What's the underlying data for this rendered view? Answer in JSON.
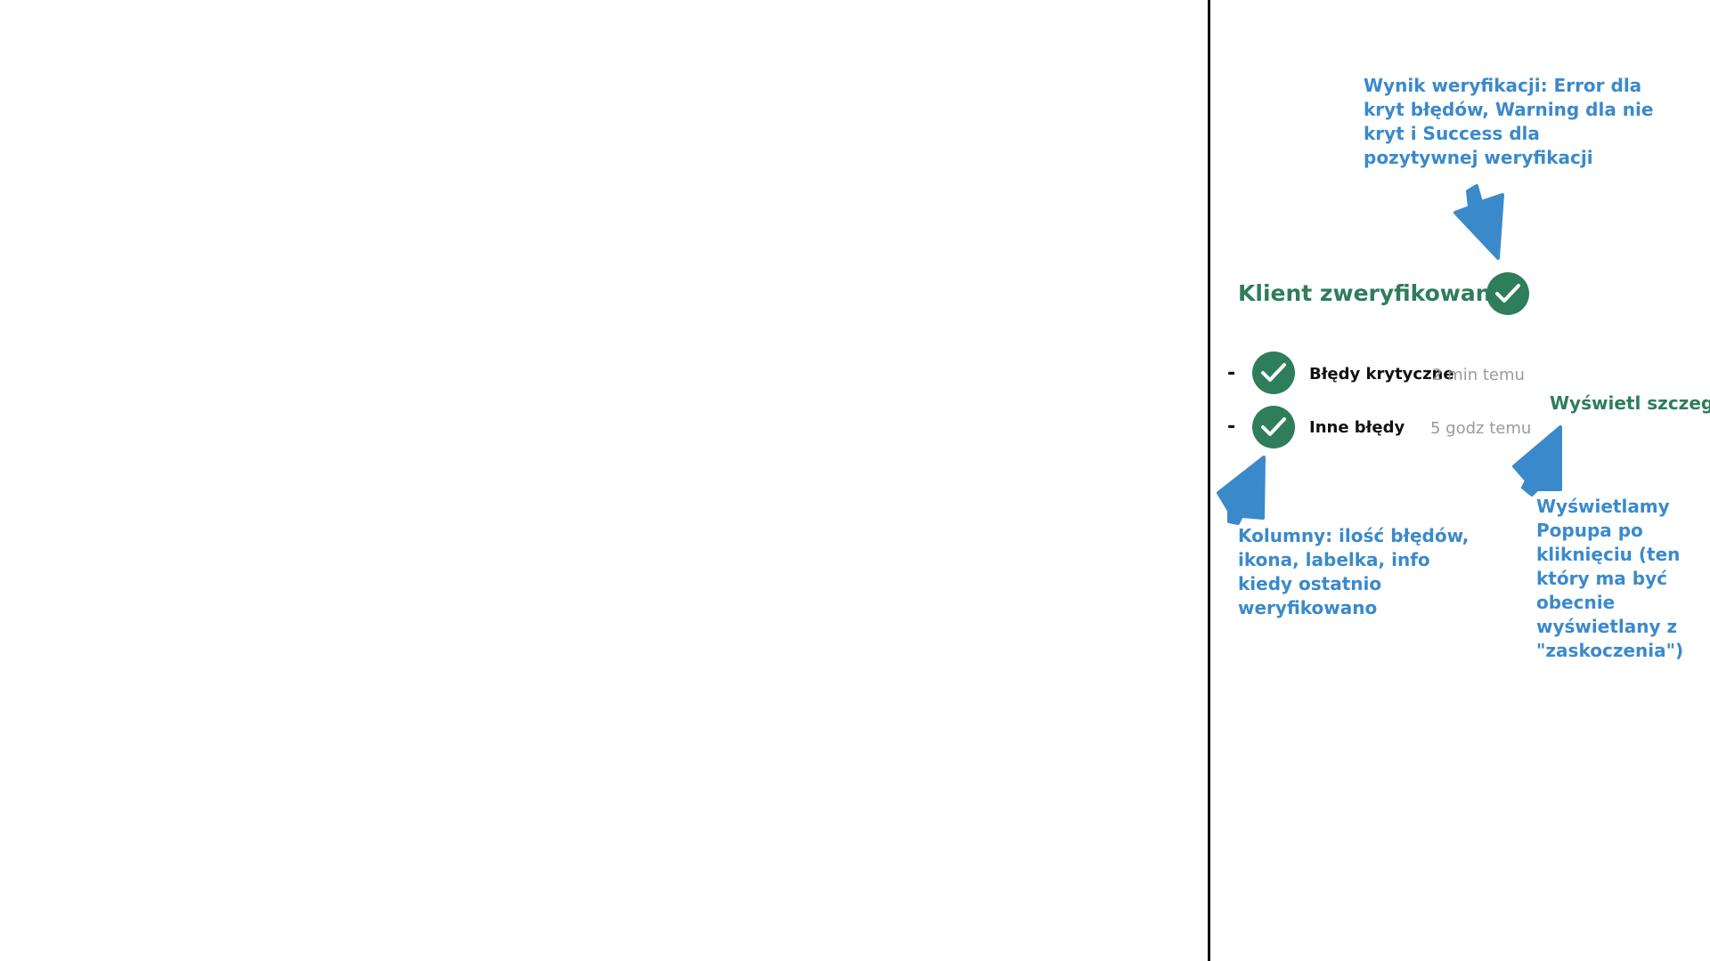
{
  "annotations": {
    "result_note": "Wynik weryfikacji: Error dla kryt błędów, Warning dla nie kryt i Success dla pozytywnej weryfikacji",
    "columns_note": "Kolumny: ilość błędów, ikona, labelka, info kiedy ostatnio weryfikowano",
    "popup_note": "Wyświetlamy Popupa po kliknięciu (ten który ma być obecnie wyświetlany z \"zaskoczenia\")"
  },
  "status": {
    "title": "Klient zweryfikowany",
    "icon": "check-circle-icon",
    "color": "#2e7d5b"
  },
  "rows": [
    {
      "count": "-",
      "icon": "check-circle-icon",
      "label": "Błędy krytyczne",
      "time": "2 min temu"
    },
    {
      "count": "-",
      "icon": "check-circle-icon",
      "label": "Inne błędy",
      "time": "5 godz temu"
    }
  ],
  "details_link": "Wyświetl szczegóły",
  "colors": {
    "annotation": "#3a8acb",
    "success": "#2e7d5b",
    "muted": "#9a9a9a"
  }
}
